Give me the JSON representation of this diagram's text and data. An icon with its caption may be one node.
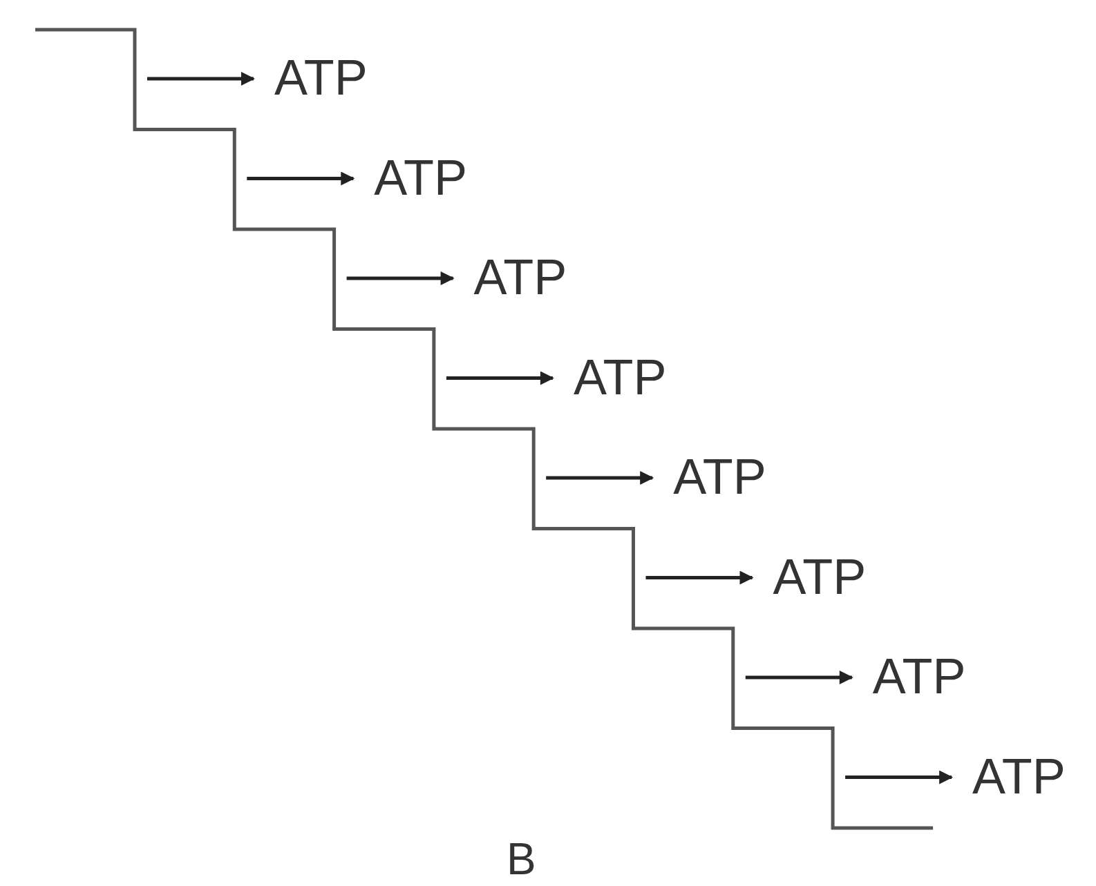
{
  "diagram": {
    "nodes": [
      {
        "text": [
          "ATP"
        ]
      },
      {
        "text": [
          "ATP"
        ]
      },
      {
        "text": [
          "ATP"
        ]
      },
      {
        "text": [
          "ATP"
        ]
      },
      {
        "text": [
          "ATP"
        ]
      },
      {
        "text": [
          "ATP"
        ]
      },
      {
        "text": [
          "ATP"
        ]
      },
      {
        "text": [
          "ATP"
        ]
      }
    ],
    "edges": [
      {
        "from": null,
        "to": 0,
        "arrow": "to"
      },
      {
        "from": null,
        "to": 1,
        "arrow": "to"
      },
      {
        "from": null,
        "to": 2,
        "arrow": "to"
      },
      {
        "from": null,
        "to": 3,
        "arrow": "to"
      },
      {
        "from": null,
        "to": 4,
        "arrow": "to"
      },
      {
        "from": null,
        "to": 5,
        "arrow": "to"
      },
      {
        "from": null,
        "to": 6,
        "arrow": "to"
      },
      {
        "from": null,
        "to": 7,
        "arrow": "to"
      }
    ],
    "labels": [
      "B"
    ]
  }
}
